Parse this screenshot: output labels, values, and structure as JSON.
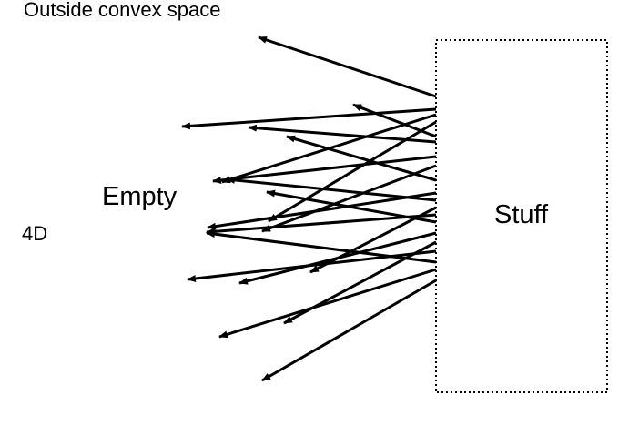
{
  "labels": {
    "outside": "Outside convex space",
    "empty": "Empty",
    "dimension": "4D",
    "stuff": "Stuff"
  },
  "colors": {
    "ink": "#000000",
    "background": "#ffffff"
  }
}
